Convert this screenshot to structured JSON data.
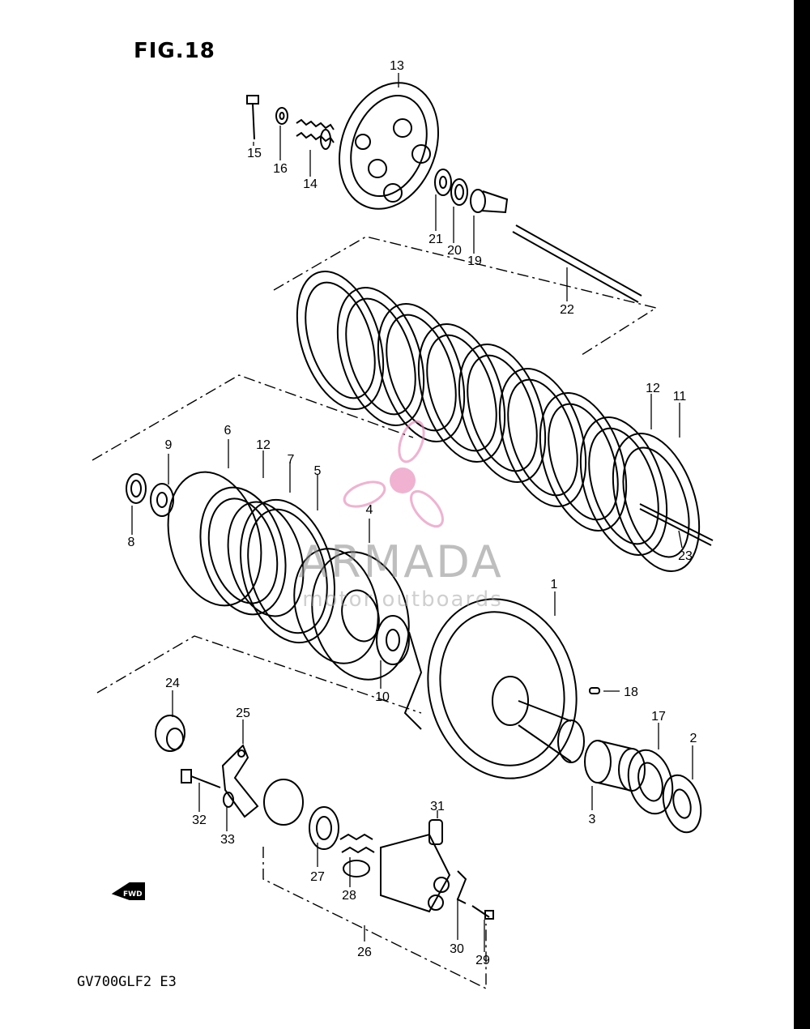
{
  "figure": {
    "title": "FIG.18",
    "model_code": "GV700GLF2  E3",
    "fwd_label": "FWD"
  },
  "watermark": {
    "brand": "ARMADA",
    "tagline": "motor outboards",
    "color": "#e87fb4"
  },
  "callouts": [
    {
      "id": "c1",
      "label": "1"
    },
    {
      "id": "c2",
      "label": "2"
    },
    {
      "id": "c3",
      "label": "3"
    },
    {
      "id": "c4",
      "label": "4"
    },
    {
      "id": "c5",
      "label": "5"
    },
    {
      "id": "c6",
      "label": "6"
    },
    {
      "id": "c7",
      "label": "7"
    },
    {
      "id": "c8",
      "label": "8"
    },
    {
      "id": "c9",
      "label": "9"
    },
    {
      "id": "c10",
      "label": "10"
    },
    {
      "id": "c11",
      "label": "11"
    },
    {
      "id": "c12a",
      "label": "12"
    },
    {
      "id": "c12b",
      "label": "12"
    },
    {
      "id": "c13",
      "label": "13"
    },
    {
      "id": "c14",
      "label": "14"
    },
    {
      "id": "c15",
      "label": "15"
    },
    {
      "id": "c16",
      "label": "16"
    },
    {
      "id": "c17",
      "label": "17"
    },
    {
      "id": "c18",
      "label": "18"
    },
    {
      "id": "c19",
      "label": "19"
    },
    {
      "id": "c20",
      "label": "20"
    },
    {
      "id": "c21",
      "label": "21"
    },
    {
      "id": "c22",
      "label": "22"
    },
    {
      "id": "c23",
      "label": "23"
    },
    {
      "id": "c24",
      "label": "24"
    },
    {
      "id": "c25",
      "label": "25"
    },
    {
      "id": "c26",
      "label": "26"
    },
    {
      "id": "c27",
      "label": "27"
    },
    {
      "id": "c28",
      "label": "28"
    },
    {
      "id": "c29",
      "label": "29"
    },
    {
      "id": "c30",
      "label": "30"
    },
    {
      "id": "c31",
      "label": "31"
    },
    {
      "id": "c32",
      "label": "32"
    },
    {
      "id": "c33",
      "label": "33"
    }
  ]
}
